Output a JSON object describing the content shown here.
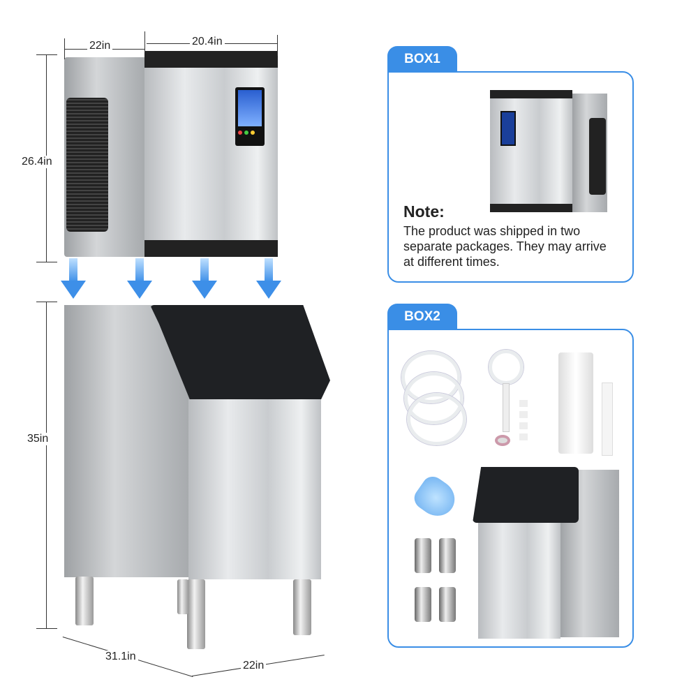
{
  "dimensions": {
    "top_depth": "22in",
    "top_width": "20.4in",
    "top_height": "26.4in",
    "bin_height": "35in",
    "bin_depth": "31.1in",
    "bin_width": "22in"
  },
  "box1": {
    "tab_label": "BOX1",
    "note_title": "Note:",
    "note_text": "The product was shipped in two separate packages. They may arrive at different times."
  },
  "box2": {
    "tab_label": "BOX2"
  },
  "colors": {
    "accent": "#3a8ee6",
    "lid": "#1f2124"
  }
}
